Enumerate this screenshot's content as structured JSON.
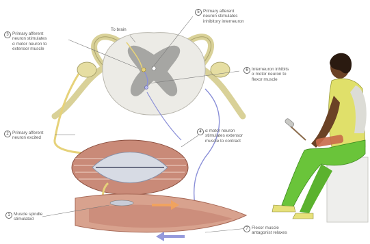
{
  "figure": {
    "to_brain": "To brain",
    "labels": [
      {
        "n": "1",
        "text": "Muscle spindle\nstimulated"
      },
      {
        "n": "2",
        "text": "Primary afferent\nneuron excited"
      },
      {
        "n": "3",
        "text": "Primary afferent\nneuron stimulates\nα motor neuron to\nextensor muscle"
      },
      {
        "n": "4",
        "text": "α motor neuron\nstimulates extensor\nmuscle to contract"
      },
      {
        "n": "5",
        "text": "Primary afferent\nneuron stimulates\ninhibitory interneuron"
      },
      {
        "n": "6",
        "text": "Interneuron inhibits\nα motor neuron to\nflexor muscle"
      },
      {
        "n": "7",
        "text": "Flexor muscle\nantagonist relaxes"
      }
    ],
    "colors": {
      "nerve": "#e8e2a8",
      "gray_matter": "#9a9a96",
      "white_matter": "#ecebe6",
      "muscle": "#c98a78",
      "sensory_path": "#e6d27a",
      "motor_path": "#8a8fd8",
      "skin": "#6b4226",
      "shirt": "#e0e06a",
      "pants": "#6ac43a"
    }
  }
}
